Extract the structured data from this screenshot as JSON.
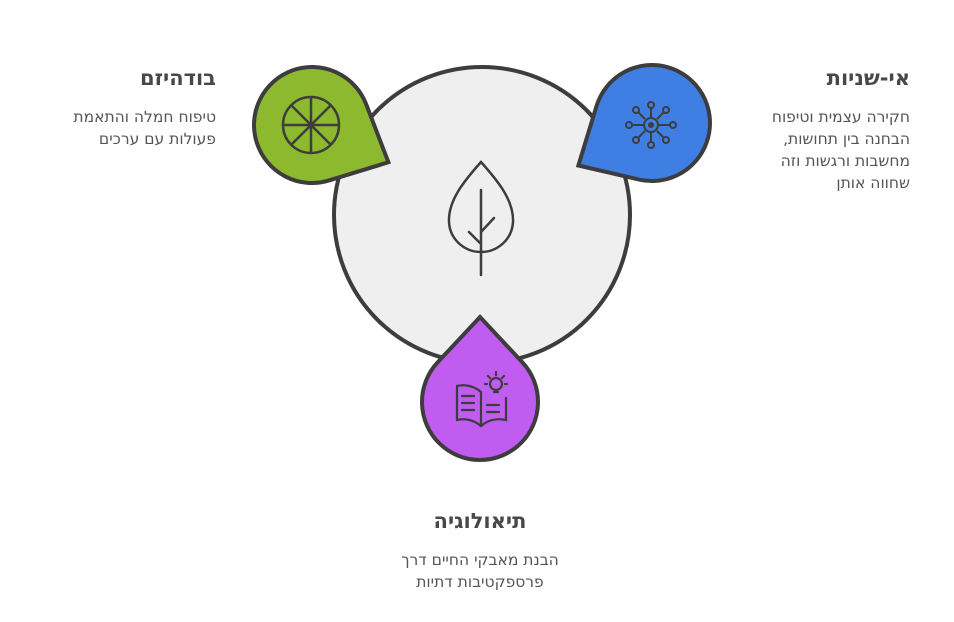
{
  "center": {
    "icon": "tree-icon"
  },
  "items": [
    {
      "title": "בודהיזם",
      "description": [
        "טיפוח חמלה והתאמת",
        "פעולות עם ערכים"
      ],
      "icon": "dharma-wheel-icon",
      "color": "#8db92e"
    },
    {
      "title": "אי-שניות",
      "description": [
        "חקירה עצמית וטיפוח",
        "הבחנה בין תחושות,",
        "מחשבות ורגשות וזה",
        "שחווה אותן"
      ],
      "icon": "network-icon",
      "color": "#3f7fe4"
    },
    {
      "title": "תיאולוגיה",
      "description": [
        "הבנת מאבקי החיים דרך",
        "פרספקטיבות דתיות"
      ],
      "icon": "book-idea-icon",
      "color": "#c15cf0"
    }
  ],
  "colors": {
    "center_fill": "#efefef",
    "stroke": "#3d3d3d"
  }
}
